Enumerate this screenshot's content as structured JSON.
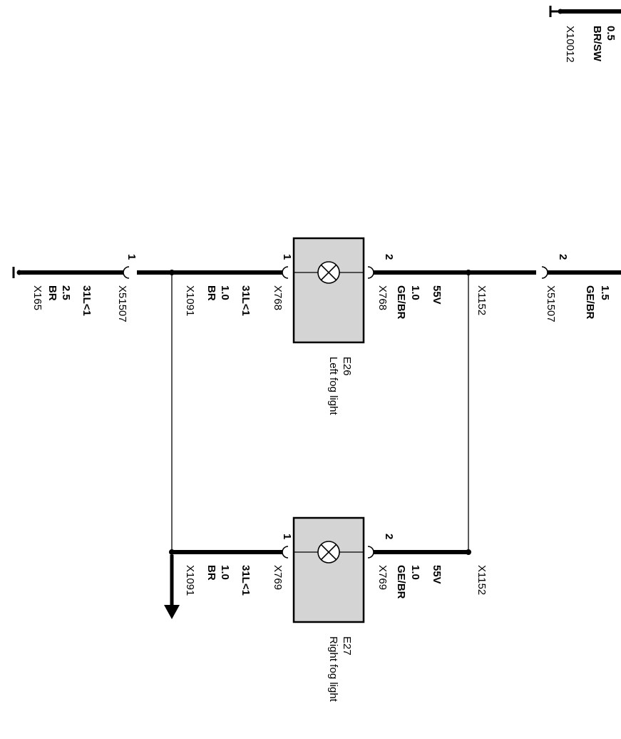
{
  "top_ground": {
    "size": "0.5",
    "color": "BR/SW",
    "ground": "X10012"
  },
  "left_light": {
    "id": "E26",
    "name": "Left fog light",
    "pin1": "1",
    "pin2": "2",
    "pin1_connector": "X768",
    "pin2_connector": "X768",
    "pin1_signal": "31L<1",
    "pin1_size": "1.0",
    "pin1_color": "BR",
    "pin2_voltage": "55V",
    "pin2_size": "1.0",
    "pin2_color": "GE/BR"
  },
  "right_light": {
    "id": "E27",
    "name": "Right fog light",
    "pin1": "1",
    "pin2": "2",
    "pin1_connector": "X769",
    "pin2_connector": "X769",
    "pin1_signal": "31L<1",
    "pin1_size": "1.0",
    "pin1_color": "BR",
    "pin2_voltage": "55V",
    "pin2_size": "1.0",
    "pin2_color": "GE/BR"
  },
  "ground_side": {
    "connector_pin": "1",
    "connector": "X51507",
    "signal": "31L<1",
    "size": "2.5",
    "color": "BR",
    "ground": "X165",
    "splice_top": "X1091",
    "splice_bottom": "X1091"
  },
  "supply_side": {
    "connector_pin": "2",
    "connector": "X51507",
    "size": "1.5",
    "color": "GE/BR",
    "splice_top": "X1152",
    "splice_bottom": "X1152"
  }
}
